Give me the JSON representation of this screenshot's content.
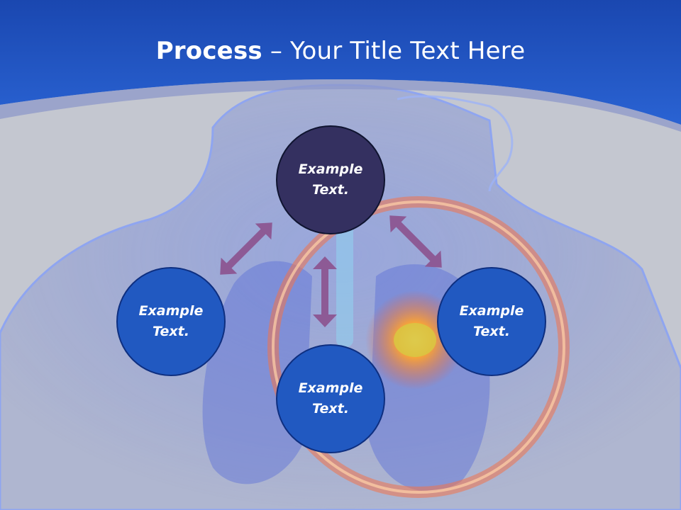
{
  "title": {
    "bold": "Process",
    "rest": " – Your Title Text Here"
  },
  "nodes": [
    {
      "id": "top",
      "text": "Example Text."
    },
    {
      "id": "left",
      "text": "Example Text."
    },
    {
      "id": "bottom",
      "text": "Example Text."
    },
    {
      "id": "right",
      "text": "Example Text."
    }
  ],
  "colors": {
    "header": "#1f57c8",
    "dark_node": "#343060",
    "blue_node": "#2159c1",
    "arrow": "#8d5a95",
    "ring": "#f2734b"
  }
}
